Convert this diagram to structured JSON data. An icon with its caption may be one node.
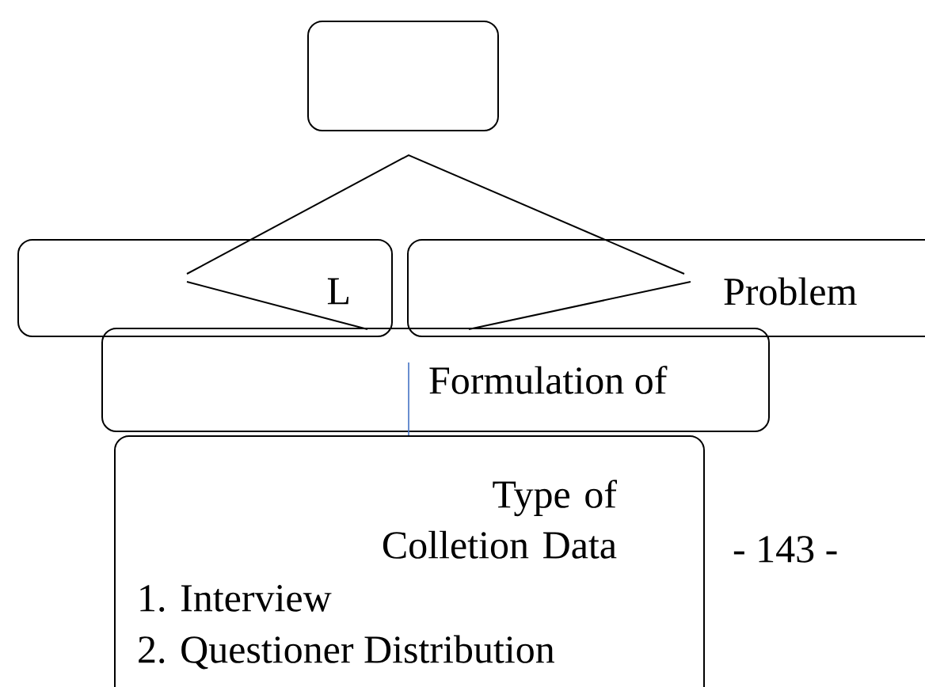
{
  "diagram": {
    "nodes": [
      {
        "text": [],
        "shape": "box"
      },
      {
        "text": [
          "L"
        ]
      },
      {
        "text": [
          "Problem"
        ]
      },
      {
        "text": [
          "Formulation of"
        ]
      },
      {
        "text": [
          "Type of Colletion Data",
          "1. Interview",
          "2. Questioner Distribution"
        ]
      }
    ],
    "edges": [
      {
        "from": 3,
        "to": 4,
        "arrow": "none",
        "color": "#4472c4"
      }
    ],
    "labels": [
      "- 143 -"
    ]
  }
}
